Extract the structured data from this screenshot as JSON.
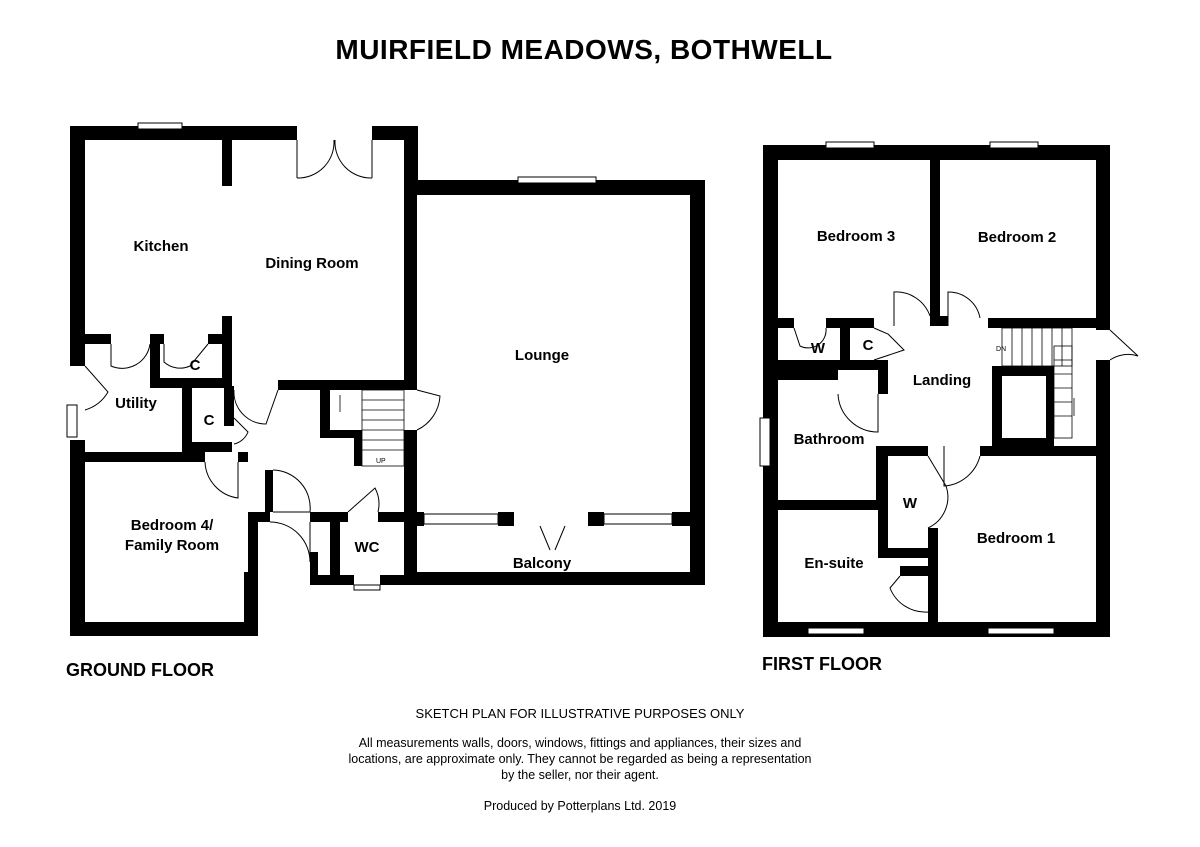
{
  "title": "MUIRFIELD MEADOWS, BOTHWELL",
  "ground_floor": {
    "label": "GROUND FLOOR",
    "rooms": {
      "kitchen": "Kitchen",
      "dining_room": "Dining Room",
      "lounge": "Lounge",
      "utility": "Utility",
      "cupboard_1": "C",
      "cupboard_2": "C",
      "bedroom4_line1": "Bedroom 4/",
      "bedroom4_line2": "Family Room",
      "wc": "WC",
      "balcony": "Balcony"
    },
    "stair_label": "UP"
  },
  "first_floor": {
    "label": "FIRST FLOOR",
    "rooms": {
      "bedroom3": "Bedroom 3",
      "bedroom2": "Bedroom 2",
      "wardrobe_1": "W",
      "cupboard": "C",
      "landing": "Landing",
      "bathroom": "Bathroom",
      "wardrobe_2": "W",
      "bedroom1": "Bedroom 1",
      "ensuite": "En-suite"
    },
    "stair_label": "DN"
  },
  "notes": {
    "heading": "SKETCH PLAN FOR ILLUSTRATIVE PURPOSES ONLY",
    "disclaimer": "All measurements walls, doors, windows, fittings and appliances, their sizes and locations, are approximate only. They cannot be regarded as being a representation by the seller, nor their agent.",
    "producer": "Produced by Potterplans Ltd. 2019"
  }
}
